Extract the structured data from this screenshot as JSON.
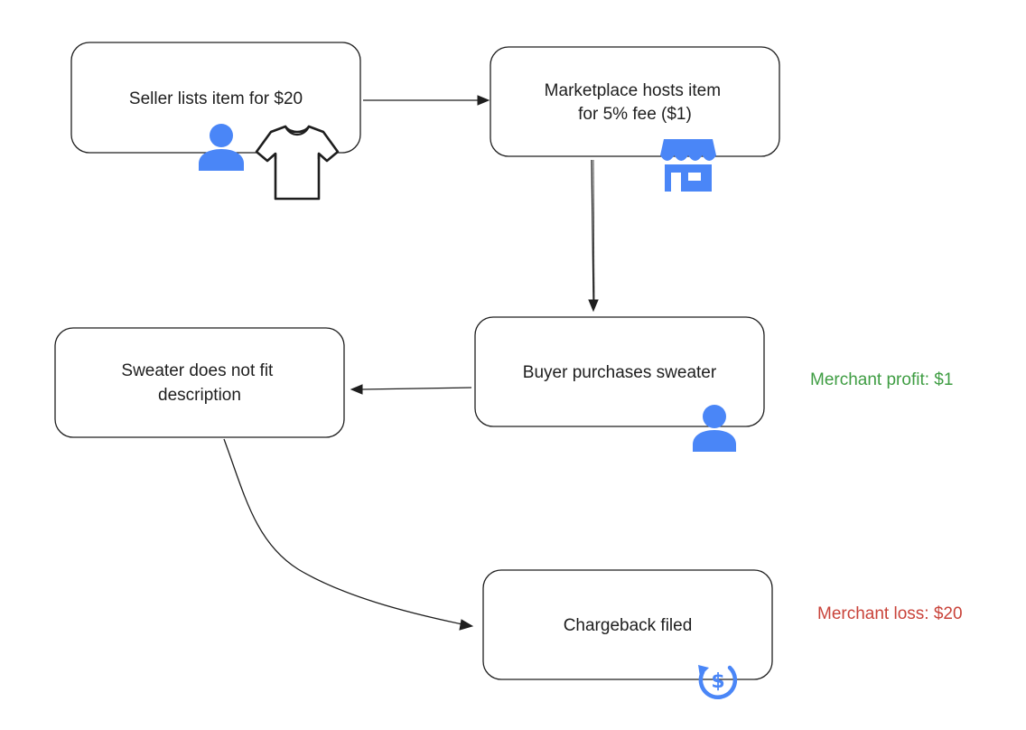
{
  "nodes": {
    "seller_lists": {
      "lines": [
        "Seller lists item for $20"
      ]
    },
    "marketplace_hosts": {
      "lines": [
        "Marketplace hosts item",
        "for 5% fee ($1)"
      ]
    },
    "buyer_purchases": {
      "lines": [
        "Buyer purchases sweater"
      ]
    },
    "sweater_mismatch": {
      "lines": [
        "Sweater does not fit",
        "description"
      ]
    },
    "chargeback": {
      "lines": [
        "Chargeback filed"
      ]
    }
  },
  "notes": {
    "profit": {
      "text": "Merchant profit: $1",
      "color": "#3f9d43"
    },
    "loss": {
      "text": "Merchant loss: $20",
      "color": "#c9433a"
    }
  },
  "colors": {
    "icon_blue": "#4a86f7",
    "outline": "#1e1e1e"
  },
  "icons": {
    "seller": "person-icon",
    "item": "t-shirt-icon",
    "marketplace": "storefront-icon",
    "buyer": "person-icon",
    "chargeback": "refund-dollar-icon"
  }
}
